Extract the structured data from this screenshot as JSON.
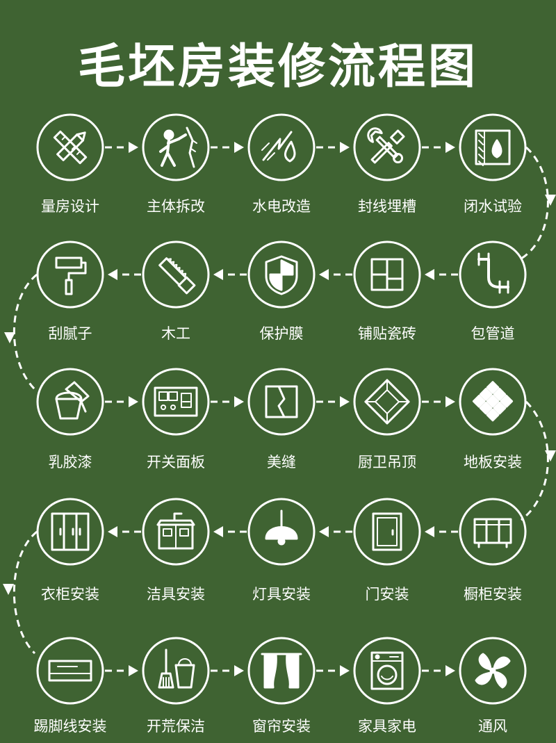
{
  "title": "毛坯房装修流程图",
  "colors": {
    "background": "#3f6332",
    "foreground": "#ffffff"
  },
  "steps": [
    {
      "label": "量房设计",
      "icon": "ruler-pencil-icon"
    },
    {
      "label": "主体拆改",
      "icon": "worker-drilling-icon"
    },
    {
      "label": "水电改造",
      "icon": "electric-water-icon"
    },
    {
      "label": "封线埋槽",
      "icon": "wrench-screwdriver-icon"
    },
    {
      "label": "闭水试验",
      "icon": "waterproof-wall-icon"
    },
    {
      "label": "包管道",
      "icon": "pipe-icon"
    },
    {
      "label": "铺贴瓷砖",
      "icon": "tile-icon"
    },
    {
      "label": "保护膜",
      "icon": "shield-icon"
    },
    {
      "label": "木工",
      "icon": "saw-icon"
    },
    {
      "label": "刮腻子",
      "icon": "paint-roller-icon"
    },
    {
      "label": "乳胶漆",
      "icon": "paint-bucket-icon"
    },
    {
      "label": "开关面板",
      "icon": "switch-panel-icon"
    },
    {
      "label": "美缝",
      "icon": "tile-seam-icon"
    },
    {
      "label": "厨卫吊顶",
      "icon": "ceiling-panel-icon"
    },
    {
      "label": "地板安装",
      "icon": "floor-grid-icon"
    },
    {
      "label": "橱柜安装",
      "icon": "kitchen-cabinet-icon"
    },
    {
      "label": "门安装",
      "icon": "door-icon"
    },
    {
      "label": "灯具安装",
      "icon": "pendant-lamp-icon"
    },
    {
      "label": "洁具安装",
      "icon": "vanity-sink-icon"
    },
    {
      "label": "衣柜安装",
      "icon": "wardrobe-icon"
    },
    {
      "label": "踢脚线安装",
      "icon": "skirting-board-icon"
    },
    {
      "label": "开荒保洁",
      "icon": "broom-bucket-icon"
    },
    {
      "label": "窗帘安装",
      "icon": "curtain-icon"
    },
    {
      "label": "家具家电",
      "icon": "washing-machine-icon"
    },
    {
      "label": "通风",
      "icon": "fan-icon"
    }
  ]
}
